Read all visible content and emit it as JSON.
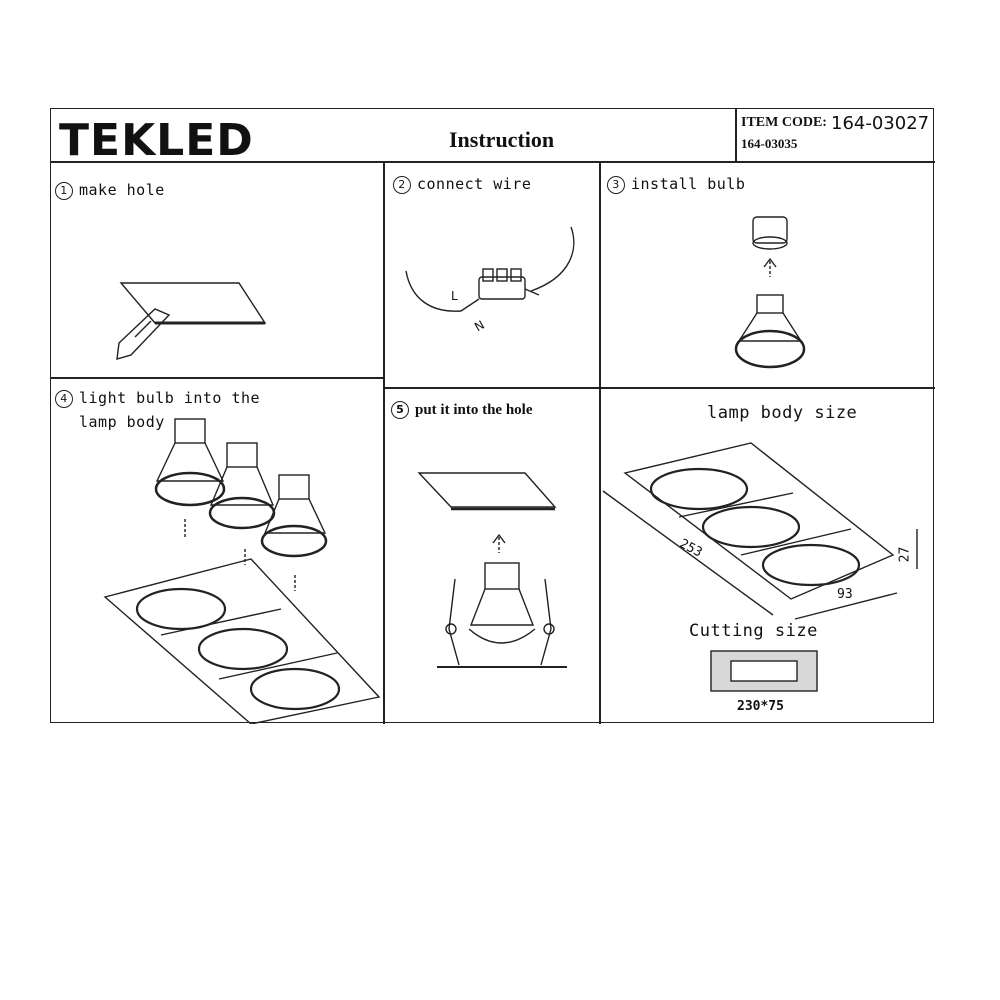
{
  "header": {
    "logo": "TEKLED",
    "title": "Instruction",
    "item_code_label": "ITEM CODE:",
    "item_code_1": "164-03027",
    "item_code_2": "164-03035"
  },
  "steps": {
    "s1": {
      "num": "1",
      "label": "make hole"
    },
    "s2": {
      "num": "2",
      "label": "connect wire"
    },
    "s3": {
      "num": "3",
      "label": "install  bulb"
    },
    "s4": {
      "num": "4",
      "label_line1": "light bulb into the",
      "label_line2": "lamp body"
    },
    "s5": {
      "num": "5",
      "label": "put it into the hole"
    }
  },
  "dimensions": {
    "title": "lamp body size",
    "length": "253",
    "width": "93",
    "height": "27",
    "cutting_title": "Cutting size",
    "cutting_value": "230*75"
  },
  "wire_labels": {
    "live": "L",
    "neutral": "N"
  }
}
